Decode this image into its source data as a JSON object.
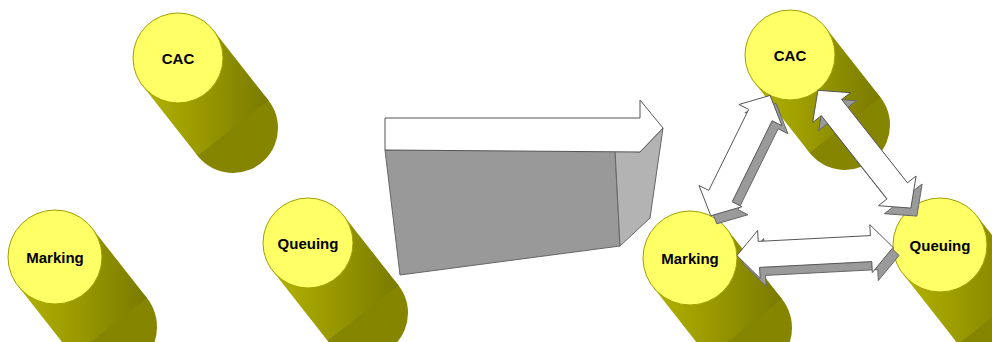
{
  "diagram": {
    "nodes": [
      {
        "text": [
          "CAC"
        ]
      },
      {
        "text": [
          "Marking"
        ]
      },
      {
        "text": [
          "Queuing"
        ]
      },
      {
        "text": [
          "CAC"
        ]
      },
      {
        "text": [
          "Marking"
        ]
      },
      {
        "text": [
          "Queuing"
        ]
      }
    ],
    "edges": [
      {
        "from": 3,
        "to": 4,
        "arrow": "both"
      },
      {
        "from": 3,
        "to": 5,
        "arrow": "both"
      },
      {
        "from": 4,
        "to": 5,
        "arrow": "both"
      }
    ]
  }
}
